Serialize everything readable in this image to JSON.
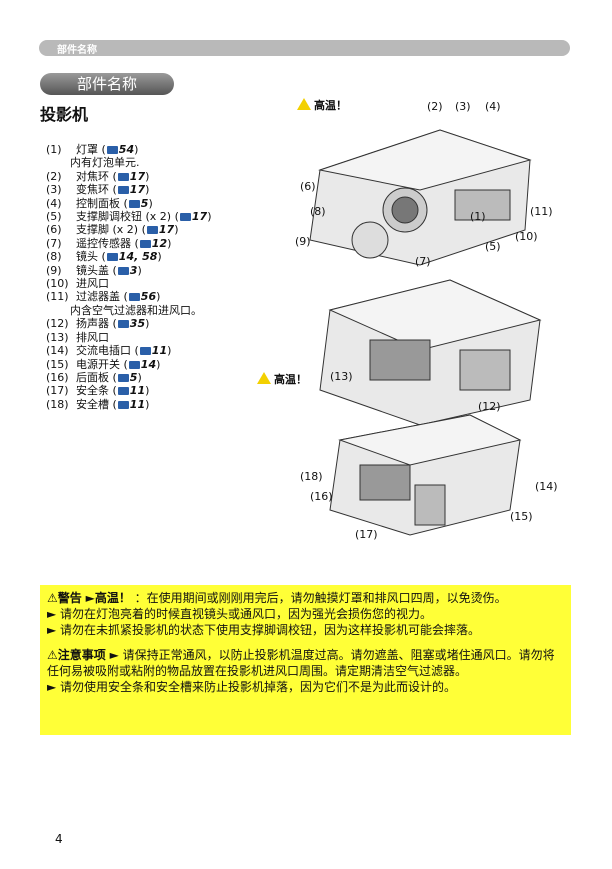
{
  "header": {
    "bar_title": "部件名称",
    "section_title": "部件名称",
    "heading": "投影机"
  },
  "parts": [
    {
      "num": "(1)",
      "label": "灯罩",
      "ref": "54"
    },
    {
      "num": "",
      "label": "内有灯泡单元.",
      "ref": ""
    },
    {
      "num": "(2)",
      "label": "对焦环",
      "ref": "17"
    },
    {
      "num": "(3)",
      "label": "变焦环",
      "ref": "17"
    },
    {
      "num": "(4)",
      "label": "控制面板",
      "ref": "5"
    },
    {
      "num": "(5)",
      "label": "支撑脚调校钮 (x 2)",
      "ref": "17"
    },
    {
      "num": "(6)",
      "label": "支撑脚 (x 2)",
      "ref": "17"
    },
    {
      "num": "(7)",
      "label": "遥控传感器",
      "ref": "12"
    },
    {
      "num": "(8)",
      "label": "镜头",
      "ref": "14, 58"
    },
    {
      "num": "(9)",
      "label": "镜头盖",
      "ref": "3"
    },
    {
      "num": "(10)",
      "label": "进风口",
      "ref": ""
    },
    {
      "num": "(11)",
      "label": "过滤器盖",
      "ref": "56"
    },
    {
      "num": "",
      "label": "内含空气过滤器和进风口。",
      "ref": ""
    },
    {
      "num": "(12)",
      "label": "扬声器",
      "ref": "35"
    },
    {
      "num": "(13)",
      "label": "排风口",
      "ref": ""
    },
    {
      "num": "(14)",
      "label": "交流电插口",
      "ref": "11"
    },
    {
      "num": "(15)",
      "label": "电源开关",
      "ref": "14"
    },
    {
      "num": "(16)",
      "label": "后面板",
      "ref": "5"
    },
    {
      "num": "(17)",
      "label": "安全条",
      "ref": "11"
    },
    {
      "num": "(18)",
      "label": "安全槽",
      "ref": "11"
    }
  ],
  "figure": {
    "hot_label": "高温！",
    "callouts": [
      "(1)",
      "(2)",
      "(3)",
      "(4)",
      "(5)",
      "(6)",
      "(7)",
      "(8)",
      "(9)",
      "(10)",
      "(11)",
      "(12)",
      "(13)",
      "(14)",
      "(15)",
      "(16)",
      "(17)",
      "(18)"
    ]
  },
  "warning": {
    "p1_title": "⚠警告",
    "p1_hot": "►高温！",
    "p1_text": "：在使用期间或刚刚用完后，请勿触摸灯罩和排风口四周，以免烫伤。",
    "p2": "► 请勿在灯泡亮着的时候直视镜头或通风口，因为强光会损伤您的视力。",
    "p3": "► 请勿在未抓紧投影机的状态下使用支撑脚调校钮，因为这样投影机可能会摔落。",
    "p4_title": "⚠注意事项",
    "p4_text": "► 请保持正常通风，以防止投影机温度过高。请勿遮盖、阻塞或堵住通风口。请勿将任何易被吸附或粘附的物品放置在投影机进风口周围。请定期清洁空气过滤器。",
    "p5": "► 请勿使用安全条和安全槽来防止投影机掉落，因为它们不是为此而设计的。"
  },
  "page_number": "4",
  "colors": {
    "warning_bg": "#ffff37",
    "ref_icon": "#2a5fa8",
    "bar": "#b9b9b9"
  }
}
